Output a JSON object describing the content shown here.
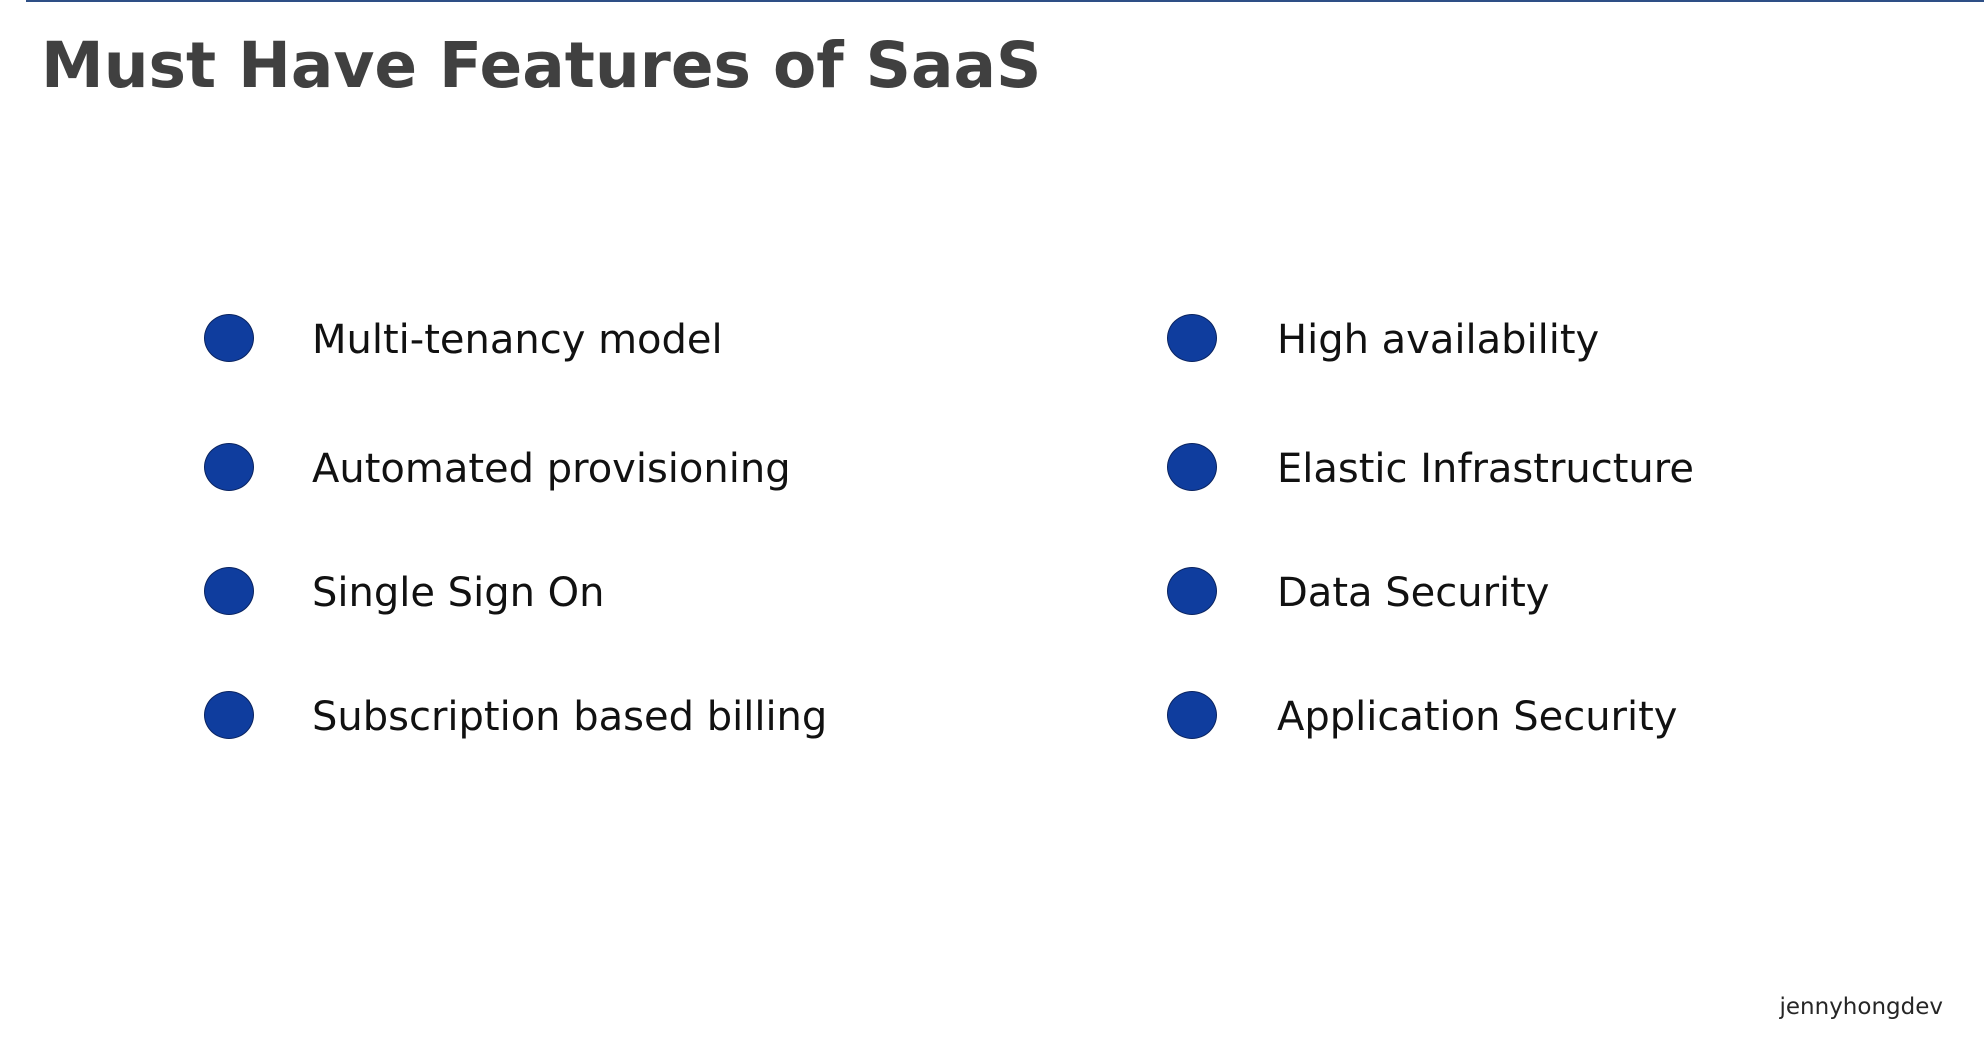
{
  "slide": {
    "title": "Must Have Features of SaaS",
    "author": "jennyhongdev",
    "accent_color": "#0f3d9e",
    "rule_color": "#2e4f86",
    "bullet_icon": "filled-circle"
  },
  "features": {
    "left": [
      "Multi-tenancy model",
      "Automated provisioning",
      "Single Sign On",
      "Subscription based billing"
    ],
    "right": [
      "High availability",
      "Elastic Infrastructure",
      "Data Security",
      "Application Security"
    ]
  }
}
